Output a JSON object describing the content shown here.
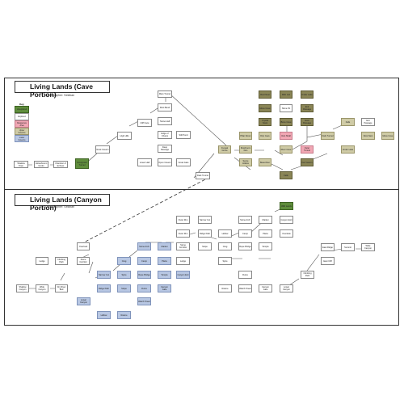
{
  "cave": {
    "title": "Living Lands (Cave Portion)",
    "subtitle": "Cartographer: Sekiban",
    "legend": {
      "header": "Key",
      "items": [
        {
          "label": "Unexplored",
          "style": "green"
        },
        {
          "label": "Explored",
          "style": "white"
        },
        {
          "label": "Dangerous Area",
          "style": "pink"
        },
        {
          "label": "Upper Caverns",
          "style": "lolive"
        },
        {
          "label": "Lower Caverns",
          "style": "blue"
        }
      ]
    }
  },
  "canyon": {
    "title": "Living Lands (Canyon Portion)",
    "subtitle": "Cartographer: Sekiban"
  },
  "nodes": {
    "cave_shadow_town": "Shadow Town",
    "cave_glowshroom": "Glowshroom Grotto",
    "cave_chamber": "Chamber of Echoes",
    "cave_overgrown": "Overgrown Tunnel",
    "cave_rock_cavern": "Rock Cavern",
    "cave_high_hills": "High Hills",
    "cave_cliff": "Cliff Face",
    "cave_main_tunnel": "Main Tunnel",
    "cave_root_bend": "Root Bend",
    "cave_stone_hall": "Stone Hall",
    "cave_edge_chasm": "Edge of Chasm",
    "cave_pond": "Still Pond",
    "cave_deep_pass": "Deep Passage",
    "cave_lower_hall": "Lower Hall",
    "cave_open": "Open Cavern",
    "cave_gate": "Great Gate",
    "cave_dark": "Dark Tunnel",
    "cave_fungal": "Fungal Grove",
    "cave_pillar": "Pillar Room",
    "cave_mush": "Mushroom Den",
    "cave_spore": "Spore Hollow",
    "cave_root": "Root Nest",
    "cave_moss": "Moss Cave",
    "cave_crystal": "Crystal Nook",
    "cave_drip": "Drip Cave",
    "cave_beast": "Beast Den",
    "cave_web": "Web Lair",
    "cave_slime": "Slime Pit",
    "cave_bone": "Bone Cave",
    "cave_vent": "Vent Shaft",
    "cave_river": "River Cave",
    "cave_falls": "Falls",
    "cave_lake": "Under Lake",
    "cave_exit": "Exit Passage",
    "cave_east": "East Passage",
    "cave_outer": "Outer Tunnel",
    "cave_far": "Far Cavern",
    "can_start": "Shallow Canyon",
    "can_wide": "Wide Canyon",
    "can_river": "Dry River Bed",
    "can_ledge": "Ledge",
    "can_climb": "Climbing Path",
    "can_overlook": "Overlook",
    "can_stone": "Stone Corridor",
    "can_cut": "Narrow Cut",
    "can_ridge": "Ridge Path",
    "can_lower": "Lower Canyon",
    "can_hollow": "Hollow",
    "can_crag": "Crag",
    "can_spire": "Spire",
    "can_slope": "Slope",
    "can_ravine": "Ravine",
    "can_arch": "Stone Arch",
    "can_camp": "Camp",
    "can_bridge": "Rope Bridge",
    "can_ruins": "Ruins",
    "can_tower": "Watch Tower",
    "can_market": "Market",
    "can_plaza": "Plaza",
    "can_temple": "Temple",
    "can_gate": "Canyon Gate",
    "can_exit": "Canyon Exit",
    "can_outer": "Outer Rim",
    "can_east1": "East Cliff",
    "can_east2": "East Ridge",
    "can_east3": "Summit",
    "can_wild": "Wild Lands"
  }
}
